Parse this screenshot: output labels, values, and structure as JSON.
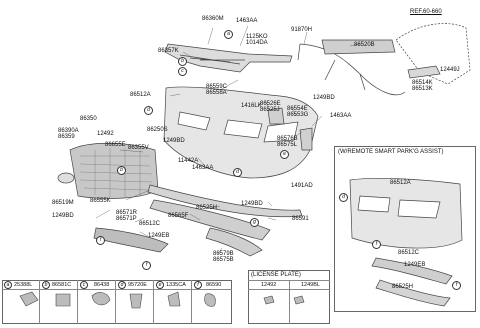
{
  "reference": {
    "label": "REF.60-660"
  },
  "callout_labels": [
    {
      "id": "c_86360M",
      "text": "86360M"
    },
    {
      "id": "c_1463AA_top",
      "text": "1463AA"
    },
    {
      "id": "c_91870H",
      "text": "91870H"
    },
    {
      "id": "c_86357K",
      "text": "86357K"
    },
    {
      "id": "c_1125KO",
      "text": "1125KO\n1014DA"
    },
    {
      "id": "c_86520B",
      "text": "86520B"
    },
    {
      "id": "c_12449J",
      "text": "12449J"
    },
    {
      "id": "c_86514K",
      "text": "86514K\n86513K"
    },
    {
      "id": "c_86559C",
      "text": "86559C\n86558A"
    },
    {
      "id": "c_86512A",
      "text": "86512A"
    },
    {
      "id": "c_1249BD_r",
      "text": "1249BD"
    },
    {
      "id": "c_1416LK",
      "text": "1416LK"
    },
    {
      "id": "c_86526E",
      "text": "86526E\n86525J"
    },
    {
      "id": "c_86554E",
      "text": "86554E\n86553G"
    },
    {
      "id": "c_1463AA_mid",
      "text": "1463AA"
    },
    {
      "id": "c_86350",
      "text": "86350"
    },
    {
      "id": "c_86390A",
      "text": "86390A\n86359"
    },
    {
      "id": "c_12492",
      "text": "12492"
    },
    {
      "id": "c_86250S",
      "text": "86250S"
    },
    {
      "id": "c_86655E",
      "text": "86655E"
    },
    {
      "id": "c_86355V",
      "text": "86355V"
    },
    {
      "id": "c_1249BD_m",
      "text": "1249BD"
    },
    {
      "id": "c_86576B",
      "text": "86576B\n86575L"
    },
    {
      "id": "c_11442A",
      "text": "11442A"
    },
    {
      "id": "c_1463AA_low",
      "text": "1463AA"
    },
    {
      "id": "c_86519M",
      "text": "86519M"
    },
    {
      "id": "c_86555K",
      "text": "86555K"
    },
    {
      "id": "c_1491AD",
      "text": "1491AD"
    },
    {
      "id": "c_1249BD_l",
      "text": "1249BD"
    },
    {
      "id": "c_86571R",
      "text": "86571R\n86571P"
    },
    {
      "id": "c_86512C",
      "text": "86512C"
    },
    {
      "id": "c_86565F",
      "text": "86565F"
    },
    {
      "id": "c_86525H",
      "text": "86525H"
    },
    {
      "id": "c_1249BD_b",
      "text": "1249BD"
    },
    {
      "id": "c_86591",
      "text": "86591"
    },
    {
      "id": "c_1249EB",
      "text": "1249EB"
    },
    {
      "id": "c_86579B",
      "text": "86579B\n86575B"
    }
  ],
  "circle_markers": [
    {
      "id": "m_a",
      "text": "a"
    },
    {
      "id": "m_b",
      "text": "b"
    },
    {
      "id": "m_c",
      "text": "c"
    },
    {
      "id": "m_d",
      "text": "d"
    },
    {
      "id": "m_e",
      "text": "e"
    },
    {
      "id": "m_f",
      "text": "f"
    },
    {
      "id": "m_g",
      "text": "g"
    },
    {
      "id": "m_d2",
      "text": "d"
    },
    {
      "id": "m_f2",
      "text": "f"
    },
    {
      "id": "m_b2",
      "text": "b"
    },
    {
      "id": "m_d3",
      "text": "d"
    },
    {
      "id": "m_f3",
      "text": "f"
    },
    {
      "id": "m_f4",
      "text": "f"
    }
  ],
  "smart_park_box": {
    "title": "(W/REMOTE SMART PARK'G ASSIST)",
    "labels": [
      {
        "id": "s_86512A",
        "text": "86512A"
      },
      {
        "id": "s_86512C",
        "text": "86512C"
      },
      {
        "id": "s_1249EB",
        "text": "1249EB"
      },
      {
        "id": "s_86525H",
        "text": "86525H"
      }
    ]
  },
  "parts_table": {
    "cells": [
      {
        "marker": "a",
        "part": "25388L"
      },
      {
        "marker": "b",
        "part": "86581C"
      },
      {
        "marker": "c",
        "part": "86438"
      },
      {
        "marker": "d",
        "part": "95720E"
      },
      {
        "marker": "e",
        "part": "1335CA"
      },
      {
        "marker": "f",
        "part": "86590"
      }
    ]
  },
  "license_plate_box": {
    "title": "(LICENSE PLATE)",
    "parts": [
      "12492",
      "1249BL"
    ]
  }
}
